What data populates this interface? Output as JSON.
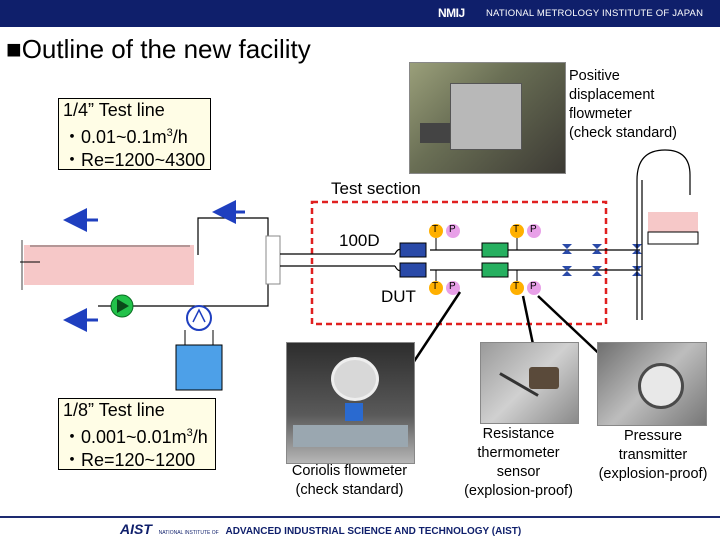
{
  "header": {
    "logo": "NMIJ",
    "org": "NATIONAL METROLOGY INSTITUTE OF JAPAN"
  },
  "title": "■Outline of the new facility",
  "quarter_line": {
    "name": "1/4” Test line",
    "range": "・0.01~0.1m",
    "range_sup": "3",
    "range_unit": "/h",
    "re": "・Re=1200~4300"
  },
  "eighth_line": {
    "name": "1/8” Test line",
    "range": "・0.001~0.01m",
    "range_sup": "3",
    "range_unit": "/h",
    "re": "・Re=120~1200"
  },
  "pd_flowmeter": {
    "line1": "Positive",
    "line2": "displacement",
    "line3": "flowmeter",
    "line4": "(check standard)"
  },
  "test_section": "Test section",
  "label_100d": "100D",
  "label_dut": "DUT",
  "sensor_t": "T",
  "sensor_p": "P",
  "coriolis": {
    "line1": "Coriolis flowmeter",
    "line2": "(check standard)"
  },
  "rtd": {
    "line1": "Resistance",
    "line2": "thermometer",
    "line3": "sensor",
    "line4": "(explosion-proof)"
  },
  "pressure": {
    "line1": "Pressure",
    "line2": "transmitter",
    "line3": "(explosion-proof)"
  },
  "footer": {
    "aist": "AIST",
    "national": "NATIONAL INSTITUTE OF",
    "full": "ADVANCED INDUSTRIAL SCIENCE AND TECHNOLOGY (AIST)"
  },
  "colors": {
    "header_bg": "#0f1f6b",
    "box_bg": "#fffde6",
    "pipe": "#000000",
    "arrow": "#1f3fbf",
    "test_border": "#e02020",
    "pump": "#22c24a",
    "tank_water": "#4da0e8",
    "tank_top": "#f6c8c8",
    "sensor_t": "#ffb000",
    "sensor_p": "#e8a0e8"
  }
}
